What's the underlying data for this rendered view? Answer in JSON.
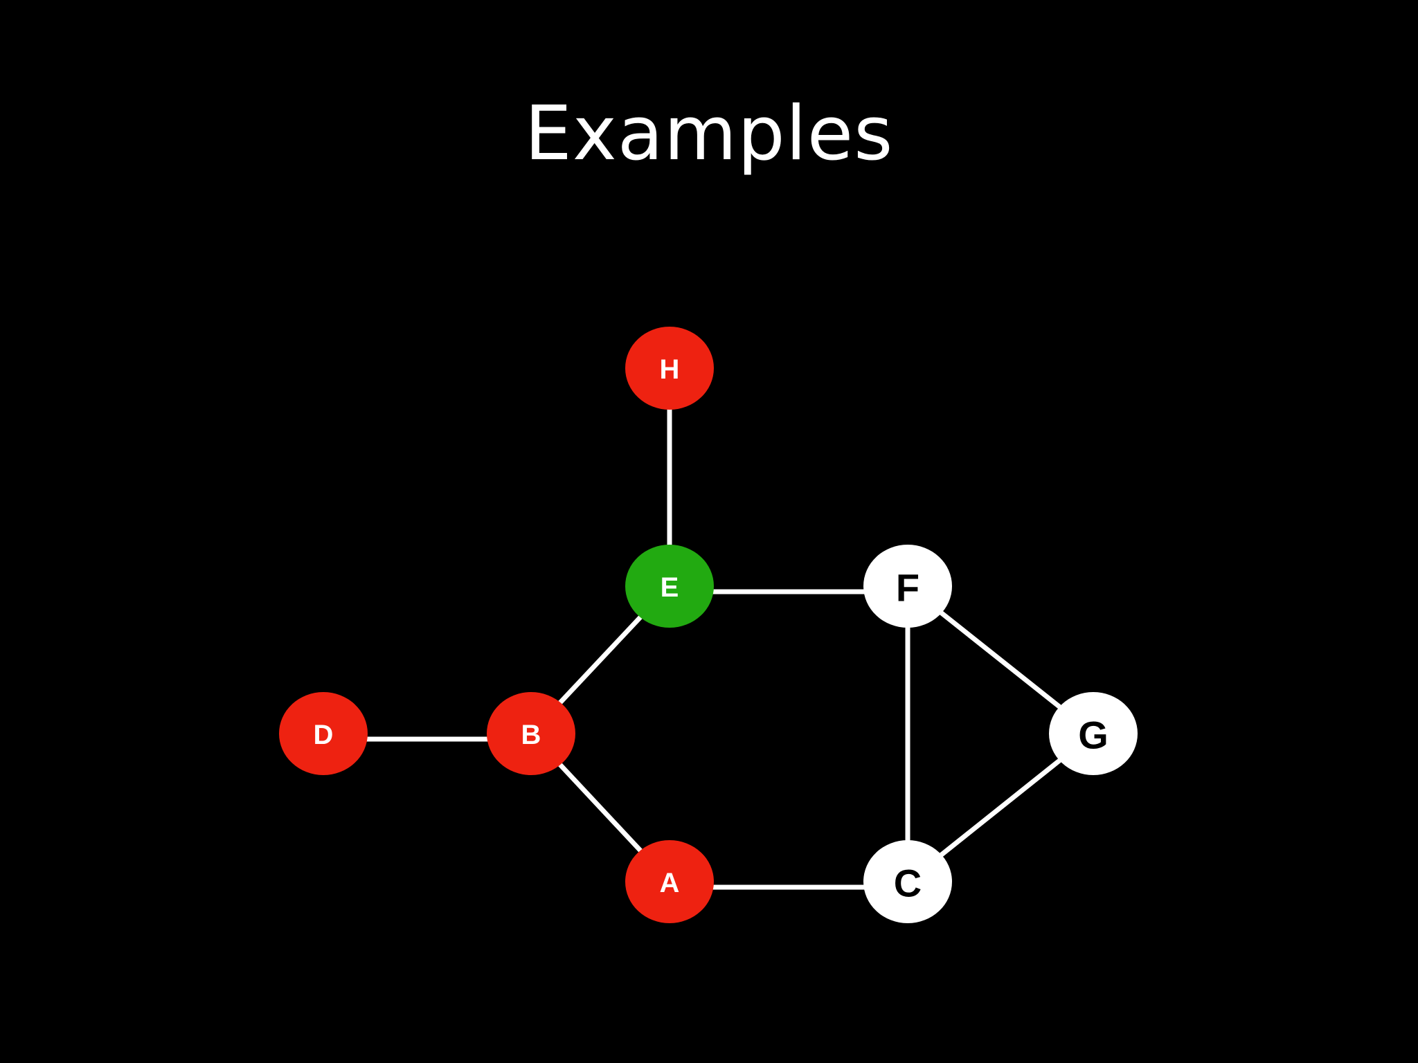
{
  "slide": {
    "title": "Examples"
  },
  "colors": {
    "background": "#000000",
    "edge": "#ffffff",
    "red": "#ee2211",
    "green": "#22aa11",
    "white": "#ffffff",
    "label_on_color": "#ffffff",
    "label_on_white": "#000000"
  },
  "graph": {
    "nodes": [
      {
        "id": "H",
        "label": "H",
        "color": "red"
      },
      {
        "id": "E",
        "label": "E",
        "color": "green"
      },
      {
        "id": "F",
        "label": "F",
        "color": "white"
      },
      {
        "id": "D",
        "label": "D",
        "color": "red"
      },
      {
        "id": "B",
        "label": "B",
        "color": "red"
      },
      {
        "id": "G",
        "label": "G",
        "color": "white"
      },
      {
        "id": "A",
        "label": "A",
        "color": "red"
      },
      {
        "id": "C",
        "label": "C",
        "color": "white"
      }
    ],
    "edges": [
      {
        "from": "H",
        "to": "E"
      },
      {
        "from": "E",
        "to": "F"
      },
      {
        "from": "E",
        "to": "B"
      },
      {
        "from": "D",
        "to": "B"
      },
      {
        "from": "B",
        "to": "A"
      },
      {
        "from": "A",
        "to": "C"
      },
      {
        "from": "F",
        "to": "C"
      },
      {
        "from": "F",
        "to": "G"
      },
      {
        "from": "G",
        "to": "C"
      }
    ]
  }
}
